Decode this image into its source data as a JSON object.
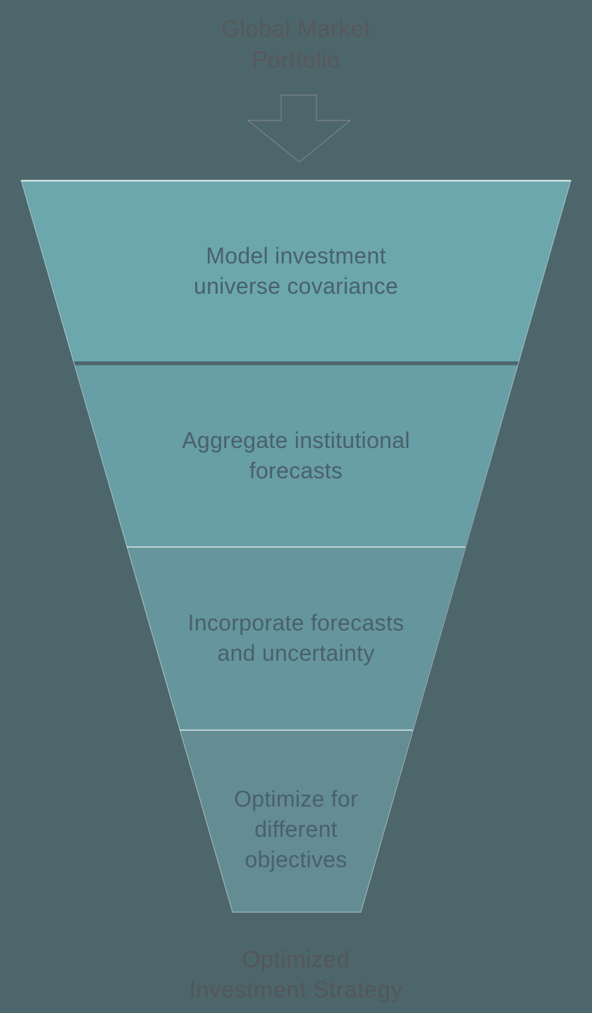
{
  "title": {
    "lines": [
      "Global Market",
      "Portfolio"
    ]
  },
  "arrow": {
    "name": "down-arrow"
  },
  "funnel": {
    "stages": [
      {
        "name": "model-investment-universe-covariance",
        "lines": [
          "Model investment",
          "universe covariance"
        ],
        "fill": "#6BA7AD"
      },
      {
        "name": "aggregate-institutional-forecasts",
        "lines": [
          "Aggregate institutional",
          "forecasts"
        ],
        "fill": "#689EA5"
      },
      {
        "name": "incorporate-forecasts-and-uncertainty",
        "lines": [
          "Incorporate forecasts",
          "and uncertainty"
        ],
        "fill": "#66969D"
      },
      {
        "name": "optimize-for-different-objectives",
        "lines": [
          "Optimize for",
          "different",
          "objectives"
        ],
        "fill": "#648C93"
      }
    ]
  },
  "footer": {
    "lines": [
      "Optimized",
      "Investment Strategy"
    ]
  },
  "colors": {
    "background": "#4D666C",
    "stage_text": "#49616C",
    "title_text": "#57585C",
    "footer_text": "#54565A",
    "funnel_edge_line": "#EDF4F4",
    "stage_divider_dark": "#4D666C",
    "arrow_outline": "#85898B"
  }
}
